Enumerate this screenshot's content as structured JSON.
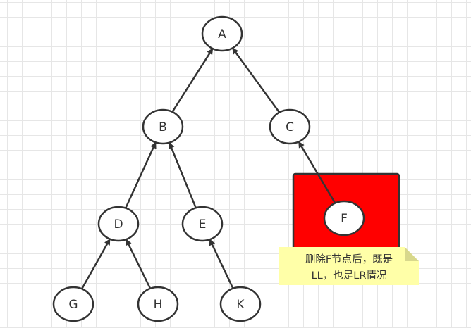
{
  "diagram": {
    "nodes": [
      {
        "id": "A",
        "label": "A"
      },
      {
        "id": "B",
        "label": "B"
      },
      {
        "id": "C",
        "label": "C"
      },
      {
        "id": "D",
        "label": "D"
      },
      {
        "id": "E",
        "label": "E"
      },
      {
        "id": "F",
        "label": "F"
      },
      {
        "id": "G",
        "label": "G"
      },
      {
        "id": "H",
        "label": "H"
      },
      {
        "id": "K",
        "label": "K"
      }
    ],
    "edges": [
      {
        "from": "B",
        "to": "A"
      },
      {
        "from": "C",
        "to": "A"
      },
      {
        "from": "D",
        "to": "B"
      },
      {
        "from": "E",
        "to": "B"
      },
      {
        "from": "F",
        "to": "C"
      },
      {
        "from": "G",
        "to": "D"
      },
      {
        "from": "H",
        "to": "D"
      },
      {
        "from": "K",
        "to": "E"
      }
    ],
    "highlight_color": "#ff0000",
    "note": {
      "line1": "删除F节点后，既是",
      "line2": "LL，也是LR情况",
      "color": "#ffffa8"
    }
  }
}
